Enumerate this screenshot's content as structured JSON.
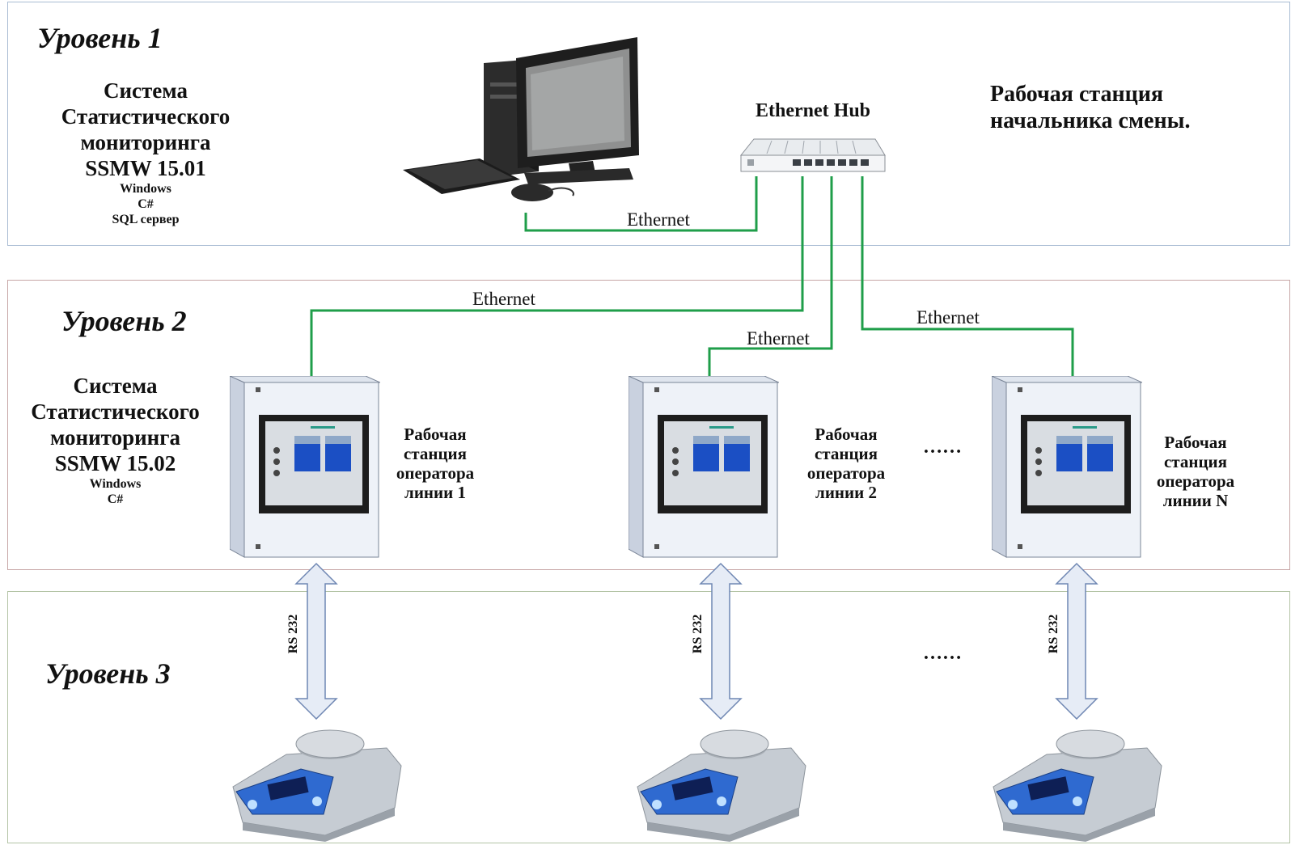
{
  "levels": [
    {
      "title": "Уровень 1"
    },
    {
      "title": "Уровень 2"
    },
    {
      "title": "Уровень 3"
    }
  ],
  "system1": {
    "lines": [
      "Система",
      "Статистического",
      "мониторинга",
      "SSMW 15.01"
    ],
    "details": [
      "Windows",
      "C#",
      "SQL сервер"
    ]
  },
  "system2": {
    "lines": [
      "Система",
      "Статистического",
      "мониторинга",
      "SSMW 15.02"
    ],
    "details": [
      "Windows",
      "C#"
    ]
  },
  "hub_label": "Ethernet Hub",
  "supervisor_ws": [
    "Рабочая станция",
    "начальника смены."
  ],
  "ethernet_labels": [
    "Ethernet",
    "Ethernet",
    "Ethernet",
    "Ethernet"
  ],
  "operators": [
    {
      "lines": [
        "Рабочая",
        "станция",
        "оператора",
        "линии 1"
      ]
    },
    {
      "lines": [
        "Рабочая",
        "станция",
        "оператора",
        "линии 2"
      ]
    },
    {
      "lines": [
        "Рабочая",
        "станция",
        "оператора",
        "линии N"
      ]
    }
  ],
  "ellipsis": [
    "……",
    "……"
  ],
  "rs_labels": [
    "RS 232",
    "RS 232",
    "RS 232"
  ],
  "colors": {
    "ethernet_wire": "#1f9e4a",
    "arrow_fill": "#e6ecf6",
    "arrow_stroke": "#6f87b3",
    "panel_body": "#eef2f8"
  },
  "icons": [
    "desktop-computer-icon",
    "ethernet-hub-icon",
    "operator-panel-icon",
    "weighing-scale-icon"
  ]
}
